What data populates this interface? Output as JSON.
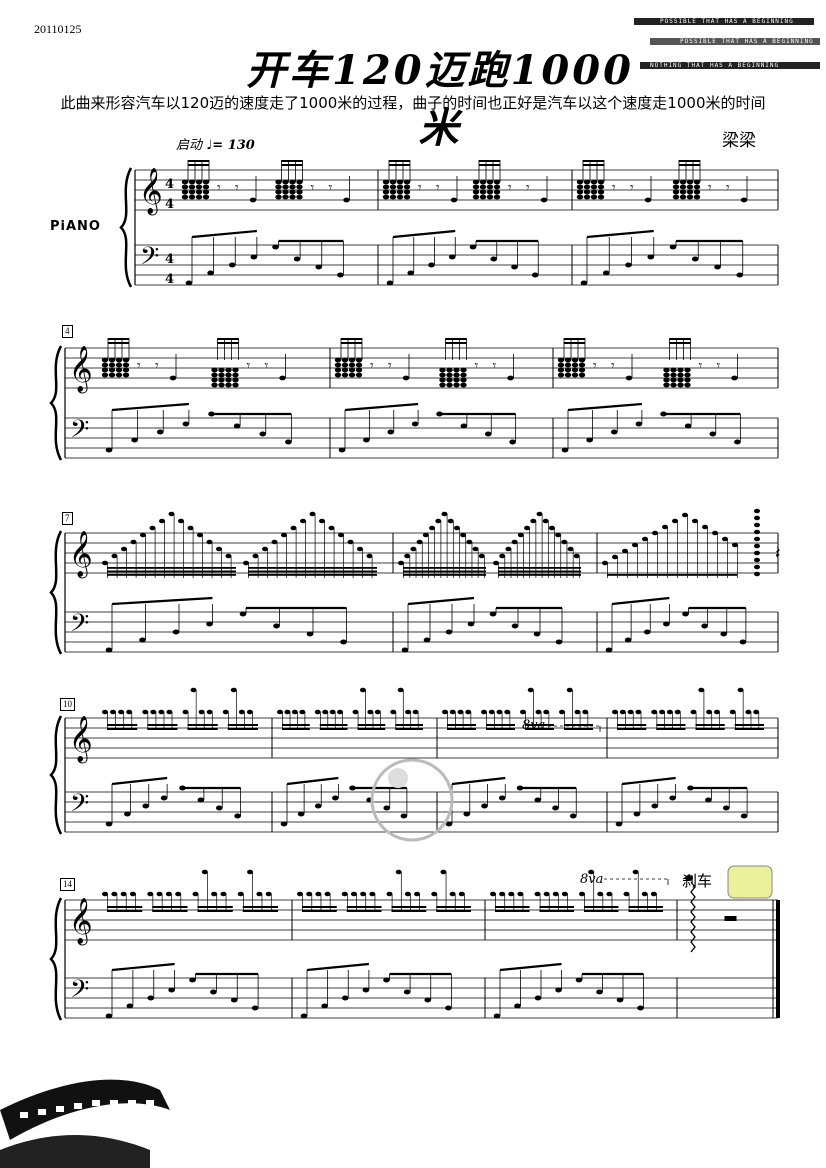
{
  "date": "20110125",
  "title": "开车120迈跑1000米",
  "description": "此曲来形容汽车以120迈的速度走了1000米的过程，曲子的时间也正好是汽车以这个速度走1000米的时间",
  "tempo": {
    "label": "启动",
    "note": "♩",
    "value": "= 130"
  },
  "composer": "梁梁",
  "instrument": "PiANO",
  "time_signature": "4/4",
  "measure_numbers": [
    "4",
    "7",
    "10",
    "14"
  ],
  "ottava_label": "8va",
  "ending_marking": "刹车",
  "decorative_banner": [
    "POSSIBLE THAT HAS A BEGINNING",
    "POSSIBLE THAT HAS A BEGINNING",
    "NOTHING THAT HAS A BEGINNING"
  ]
}
